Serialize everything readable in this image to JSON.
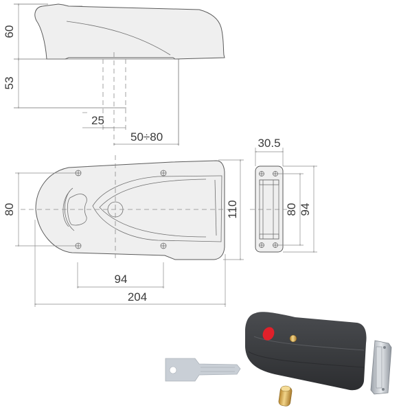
{
  "figure": {
    "subject": "Surface-mounted electric rim lock technical drawing with product photo",
    "colors": {
      "background": "#ffffff",
      "drawing_fill": "#efefef",
      "drawing_line": "#5a5a5a",
      "dimension_line": "#8a8a8a",
      "text": "#3a3a3a",
      "lock_body": "#3b3d40",
      "release_button": "#e0202a",
      "cylinder_brass": "#d4a84a",
      "key_silver": "#c9cfd6",
      "keeper_metal": "#b8bcc2"
    }
  },
  "side_view": {
    "dimensions": {
      "height": "60",
      "projection": "53",
      "cylinder_offset": "25",
      "backset": "50÷80"
    }
  },
  "front_view": {
    "dimensions": {
      "fixing_height": "80",
      "total_height": "110",
      "fixing_width": "94",
      "total_width": "204"
    }
  },
  "keeper_view": {
    "dimensions": {
      "width": "30.5",
      "fixing_height": "80",
      "total_height": "94"
    }
  },
  "photo": {
    "items": [
      "key",
      "lock-body",
      "release-button",
      "cylinder",
      "keeper"
    ]
  }
}
